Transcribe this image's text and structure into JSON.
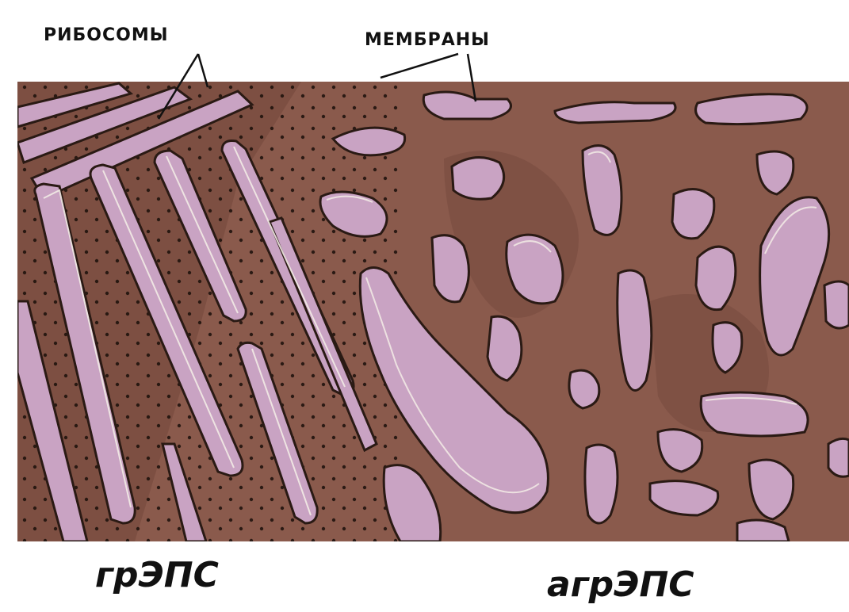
{
  "labels": {
    "ribosomes": "РИБОСОМЫ",
    "membranes": "МЕМБРАНЫ",
    "rough_er": "грЭПС",
    "smooth_er": "агрЭПС"
  },
  "colors": {
    "cytoplasm": "#8a5a4c",
    "cytoplasm_dark": "#6b4238",
    "lumen": "#c9a3c3",
    "membrane_line": "#2a1a14",
    "membrane_rim": "#f3ece6",
    "ribosome": "#1a0f0a"
  }
}
